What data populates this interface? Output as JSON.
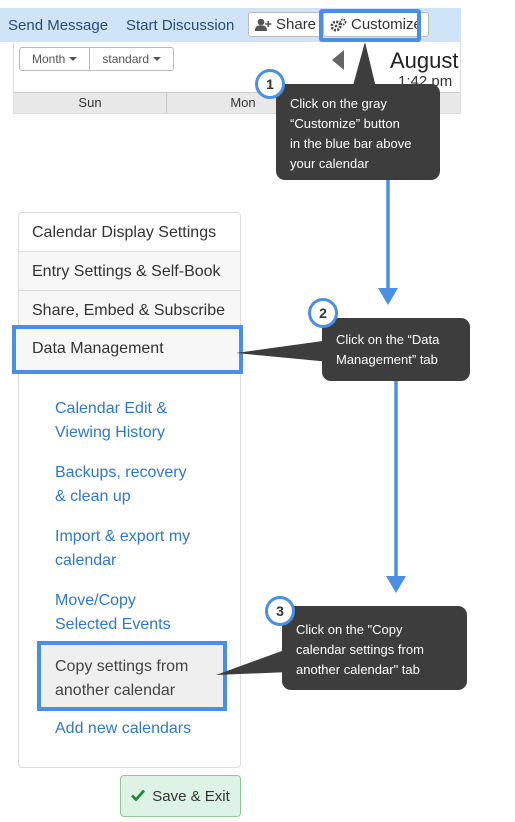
{
  "toolbar": {
    "send_message": "Send Message",
    "start_discussion": "Start Discussion",
    "share": "Share",
    "customize": "Customize"
  },
  "calendar": {
    "view_select": "Month",
    "style_select": "standard",
    "month_title": "August",
    "time": "1:42 pm",
    "days": [
      "Sun",
      "Mon"
    ]
  },
  "settings": {
    "tabs": [
      "Calendar Display Settings",
      "Entry Settings & Self-Book",
      "Share, Embed & Subscribe",
      "Data Management"
    ],
    "links": [
      [
        "Calendar Edit &",
        "Viewing History"
      ],
      [
        "Backups, recovery",
        "& clean up"
      ],
      [
        "Import & export my",
        "calendar"
      ],
      [
        "Move/Copy",
        "Selected Events"
      ],
      [
        "Copy settings from",
        "another calendar"
      ],
      [
        "Add new calendars"
      ]
    ],
    "save_button": "Save & Exit"
  },
  "callouts": [
    {
      "number": "1",
      "lines": [
        "Click on the gray",
        "“Customize” button",
        "in the blue bar above",
        "your calendar"
      ]
    },
    {
      "number": "2",
      "lines": [
        "Click on the “Data",
        "Management” tab"
      ]
    },
    {
      "number": "3",
      "lines": [
        "Click on the \"Copy",
        "calendar settings from",
        "another calendar\" tab"
      ]
    }
  ],
  "colors": {
    "toolbar_bg": "#cfe4f7",
    "highlight": "#4a90e2",
    "link": "#2f79c8",
    "callout_bg": "#3d3d3d",
    "save_bg": "#dff3e4",
    "check": "#1e8a3c"
  },
  "icons": [
    "add-user-icon",
    "gears-icon",
    "caret-down-icon",
    "prev-arrow-icon",
    "check-icon"
  ]
}
